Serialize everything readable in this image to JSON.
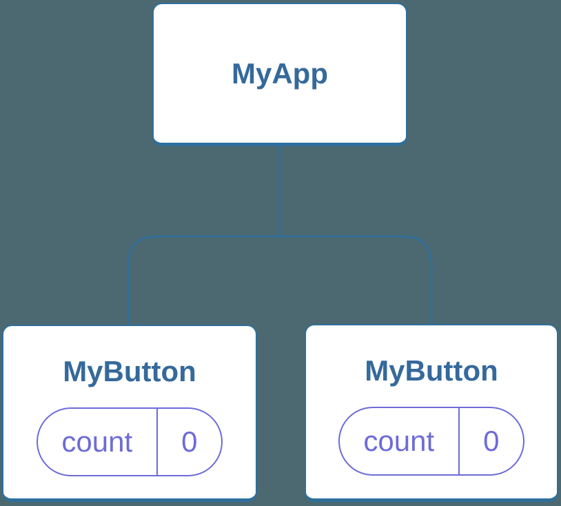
{
  "colors": {
    "canvas_bg": "#4C6971",
    "line_color": "#2E6F9D",
    "component_text": "#35699B",
    "state_color": "#6D6BD8",
    "box_bg": "#FFFFFF"
  },
  "tree": {
    "root": {
      "label": "MyApp"
    },
    "children": [
      {
        "label": "MyButton",
        "state": {
          "key": "count",
          "value": "0"
        }
      },
      {
        "label": "MyButton",
        "state": {
          "key": "count",
          "value": "0"
        }
      }
    ]
  }
}
